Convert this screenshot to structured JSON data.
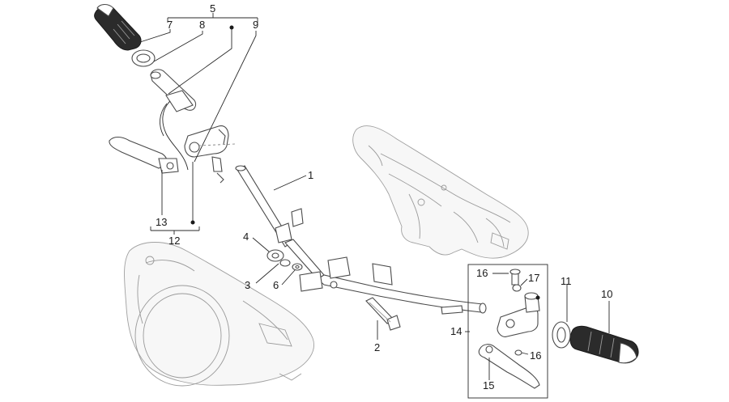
{
  "callouts": [
    {
      "key": "c1",
      "text": "1"
    },
    {
      "key": "c2",
      "text": "2"
    },
    {
      "key": "c3",
      "text": "3"
    },
    {
      "key": "c4",
      "text": "4"
    },
    {
      "key": "c5",
      "text": "5"
    },
    {
      "key": "c6",
      "text": "6"
    },
    {
      "key": "c7",
      "text": "7"
    },
    {
      "key": "c8",
      "text": "8"
    },
    {
      "key": "c9",
      "text": "9"
    },
    {
      "key": "c10",
      "text": "10"
    },
    {
      "key": "c11",
      "text": "11"
    },
    {
      "key": "c12",
      "text": "12"
    },
    {
      "key": "c13",
      "text": "13"
    },
    {
      "key": "c14",
      "text": "14"
    },
    {
      "key": "c15",
      "text": "15"
    },
    {
      "key": "c16a",
      "text": "16"
    },
    {
      "key": "c16b",
      "text": "16"
    },
    {
      "key": "c17",
      "text": "17"
    }
  ],
  "colors": {
    "line": "#4a4a4a",
    "ghost": "#9a9a9a",
    "grip": "#2b2b2b",
    "text": "#1a1a1a"
  }
}
